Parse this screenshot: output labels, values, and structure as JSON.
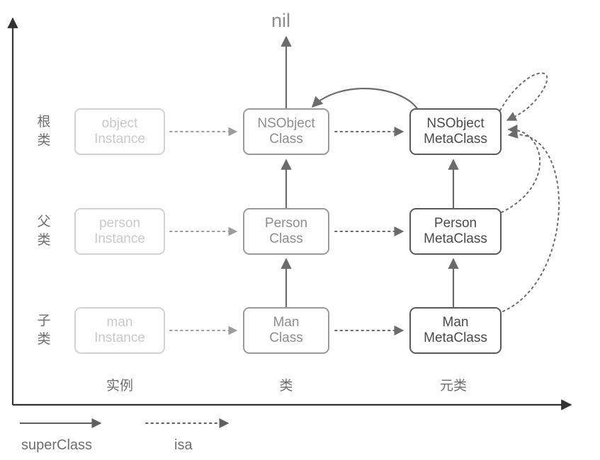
{
  "diagram": {
    "title_label": "nil",
    "colors": {
      "instance_border": "#d2d2d2",
      "instance_text": "#c9c9c9",
      "class_border": "#9a9a9a",
      "class_text": "#8d8d8d",
      "meta_border": "#5a5a5a",
      "meta_text": "#4a4a4a",
      "axis": "#333333",
      "arrow_solid": "#6b6b6b",
      "arrow_dotted": "#6b6b6b",
      "label_text": "#6e6e6e"
    }
  },
  "axes": {
    "y_ticks": [
      {
        "label": "根类"
      },
      {
        "label": "父类"
      },
      {
        "label": "子类"
      }
    ],
    "x_ticks": [
      {
        "label": "实例"
      },
      {
        "label": "类"
      },
      {
        "label": "元类"
      }
    ]
  },
  "nodes": {
    "root": {
      "instance": {
        "line1": "object",
        "line2": "Instance"
      },
      "class": {
        "line1": "NSObject",
        "line2": "Class"
      },
      "meta": {
        "line1": "NSObject",
        "line2": "MetaClass"
      }
    },
    "parent": {
      "instance": {
        "line1": "person",
        "line2": "Instance"
      },
      "class": {
        "line1": "Person",
        "line2": "Class"
      },
      "meta": {
        "line1": "Person",
        "line2": "MetaClass"
      }
    },
    "child": {
      "instance": {
        "line1": "man",
        "line2": "Instance"
      },
      "class": {
        "line1": "Man",
        "line2": "Class"
      },
      "meta": {
        "line1": "Man",
        "line2": "MetaClass"
      }
    }
  },
  "legend": {
    "items": [
      {
        "label": "superClass",
        "style": "solid"
      },
      {
        "label": "isa",
        "style": "dotted"
      }
    ]
  },
  "relations": {
    "isa": [
      {
        "from": "objectInstance",
        "to": "NSObjectClass"
      },
      {
        "from": "personInstance",
        "to": "PersonClass"
      },
      {
        "from": "manInstance",
        "to": "ManClass"
      },
      {
        "from": "NSObjectClass",
        "to": "NSObjectMetaClass"
      },
      {
        "from": "PersonClass",
        "to": "PersonMetaClass"
      },
      {
        "from": "ManClass",
        "to": "ManMetaClass"
      },
      {
        "from": "NSObjectMetaClass",
        "to": "NSObjectMetaClass"
      },
      {
        "from": "PersonMetaClass",
        "to": "NSObjectMetaClass"
      },
      {
        "from": "ManMetaClass",
        "to": "NSObjectMetaClass"
      }
    ],
    "superClass": [
      {
        "from": "NSObjectClass",
        "to": "nil"
      },
      {
        "from": "PersonClass",
        "to": "NSObjectClass"
      },
      {
        "from": "ManClass",
        "to": "PersonClass"
      },
      {
        "from": "NSObjectMetaClass",
        "to": "NSObjectClass"
      },
      {
        "from": "PersonMetaClass",
        "to": "NSObjectMetaClass"
      },
      {
        "from": "ManMetaClass",
        "to": "PersonMetaClass"
      }
    ]
  }
}
